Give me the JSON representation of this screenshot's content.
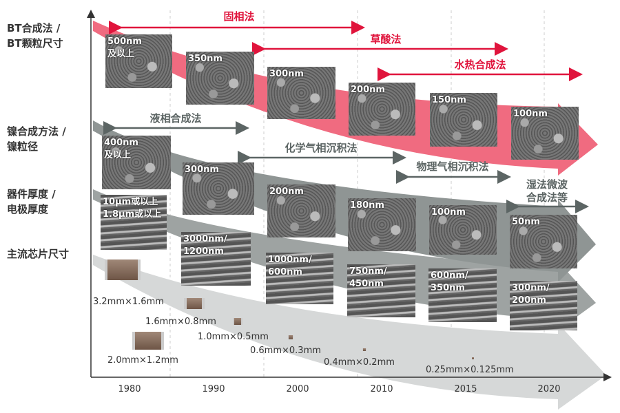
{
  "row_labels": [
    "BT合成法 /\nBT颗粒尺寸",
    "镍合成方法 /\n镍粒径",
    "器件厚度 /\n电极厚度",
    "主流芯片尺寸"
  ],
  "methods": [
    {
      "label": "固相法",
      "color": "red"
    },
    {
      "label": "草酸法",
      "color": "red"
    },
    {
      "label": "水热合成法",
      "color": "red"
    },
    {
      "label": "液相合成法",
      "color": "gray"
    },
    {
      "label": "化学气相沉积法",
      "color": "gray"
    },
    {
      "label": "物理气相沉积法",
      "color": "gray"
    },
    {
      "label": "湿法微波\n合成法等",
      "color": "gray"
    }
  ],
  "bt_sizes": [
    "500nm\n及以上",
    "350nm",
    "300nm",
    "200nm",
    "150nm",
    "100nm"
  ],
  "ni_sizes": [
    "400nm\n及以上",
    "300nm",
    "200nm",
    "180nm",
    "100nm",
    "50nm"
  ],
  "thickness": [
    "10μm或以上\n1.8μm或以上",
    "3000nm/\n1200nm",
    "1000nm/\n600nm",
    "750nm/\n450nm",
    "600nm/\n350nm",
    "300nm/\n200nm"
  ],
  "chip_sizes": [
    "3.2mm×1.6mm",
    "1.6mm×0.8mm",
    "1.0mm×0.5mm",
    "0.6mm×0.3mm",
    "0.4mm×0.2mm",
    "0.25mm×0.125mm",
    "2.0mm×1.2mm"
  ],
  "years": [
    "1980",
    "1990",
    "2000",
    "2010",
    "2015",
    "2020"
  ],
  "colors": {
    "red": "#e0143c",
    "band_red": "#f06b80",
    "gray": "#5c6564",
    "band_gray": "#9ea3a2",
    "band_light": "#d6d8d8"
  }
}
